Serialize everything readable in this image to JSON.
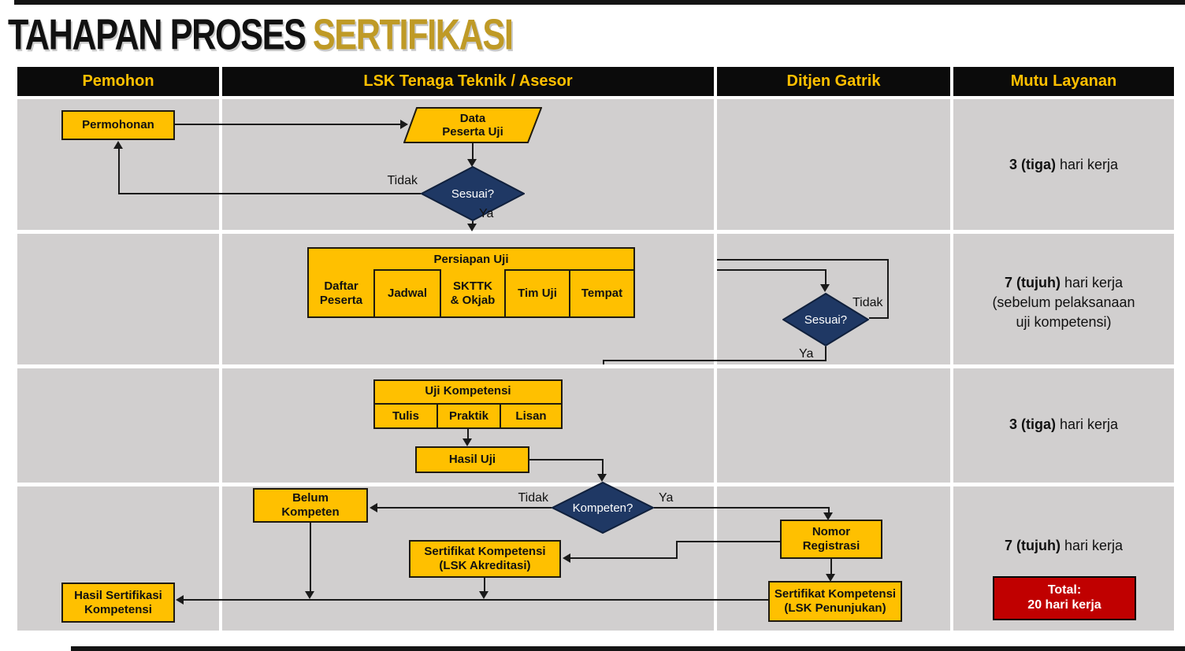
{
  "title": {
    "black": "TAHAPAN PROSES",
    "gold": "SERTIFIKASI"
  },
  "colors": {
    "accent_gold": "#BF9A26",
    "node_yellow": "#FFC000",
    "diamond_navy": "#1F3864",
    "total_red": "#C00000",
    "lane_gray": "#D1CFCF",
    "header_bg": "#0B0B0B",
    "header_text": "#FFC000"
  },
  "header": {
    "col_pemohon": "Pemohon",
    "col_lsk": "LSK Tenaga Teknik / Asesor",
    "col_ditjen": "Ditjen Gatrik",
    "col_mutu": "Mutu Layanan"
  },
  "nodes": {
    "permohonan": "Permohonan",
    "data_peserta_uji": "Data\nPeserta Uji",
    "sesuai_1": "Sesuai?",
    "persiapan_uji": "Persiapan Uji",
    "daftar_peserta": "Daftar\nPeserta",
    "jadwal": "Jadwal",
    "skttk_okjab": "SKTTK\n& Okjab",
    "tim_uji": "Tim Uji",
    "tempat": "Tempat",
    "sesuai_2": "Sesuai?",
    "uji_kompetensi": "Uji Kompetensi",
    "tulis": "Tulis",
    "praktik": "Praktik",
    "lisan": "Lisan",
    "hasil_uji": "Hasil Uji",
    "kompeten": "Kompeten?",
    "belum_kompeten": "Belum\nKompeten",
    "nomor_registrasi": "Nomor\nRegistrasi",
    "sertifikat_akreditasi": "Sertifikat Kompetensi\n(LSK Akreditasi)",
    "sertifikat_penunjukan": "Sertifikat Kompetensi\n(LSK Penunjukan)",
    "hasil_sertifikasi": "Hasil Sertifikasi\nKompetensi"
  },
  "labels": {
    "tidak_1": "Tidak",
    "ya_1": "Ya",
    "tidak_2": "Tidak",
    "ya_2": "Ya",
    "tidak_3": "Tidak",
    "ya_3": "Ya"
  },
  "mutu": {
    "row1": {
      "bold": "3 (tiga)",
      "rest": " hari kerja"
    },
    "row2": {
      "bold": "7 (tujuh)",
      "rest": " hari kerja",
      "line2": "(sebelum pelaksanaan",
      "line3": "uji kompetensi)"
    },
    "row3": {
      "bold": "3 (tiga)",
      "rest": " hari kerja"
    },
    "row4": {
      "bold": "7 (tujuh)",
      "rest": " hari kerja"
    },
    "total": "Total:\n20 hari kerja"
  }
}
